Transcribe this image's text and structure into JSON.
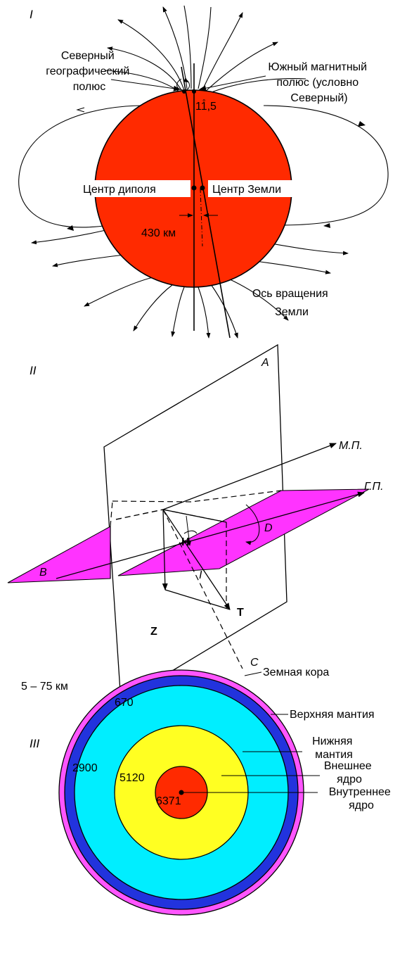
{
  "colors": {
    "earth": "#ff2a00",
    "plane": "#ff33ff",
    "crust": "#ff55ff",
    "upper_mantle": "#2233dd",
    "lower_mantle": "#00eeff",
    "outer_core": "#ffff22",
    "inner_core": "#ff2a00"
  },
  "panel1": {
    "roman": "I",
    "north_geo_pole": [
      "Северный",
      "географический",
      "полюс"
    ],
    "south_mag_pole": [
      "Южный магнитный",
      "полюс (условно",
      "Северный)"
    ],
    "angle": "11,5",
    "angle_degree": "°",
    "dipole_center": "Центр диполя",
    "earth_center": "Центр Земли",
    "offset": "430 км",
    "rotation_axis": [
      "Ось вращения",
      "Земли"
    ]
  },
  "panel2": {
    "roman": "II",
    "A": "A",
    "B": "B",
    "C": "C",
    "D": "D",
    "MP": "М.П.",
    "GP": "Г.П.",
    "H": "H",
    "I": "I",
    "T": "T",
    "Z": "Z"
  },
  "panel3": {
    "roman": "III",
    "crust": "Земная кора",
    "upper_mantle": "Верхняя мантия",
    "lower_mantle": [
      "Нижняя",
      "мантия"
    ],
    "outer_core": [
      "Внешнее",
      "ядро"
    ],
    "inner_core": [
      "Внутреннее",
      "ядро"
    ],
    "crust_depth": "5 – 75 км",
    "d670": "670",
    "d2900": "2900",
    "d5120": "5120",
    "d6371": "6371"
  }
}
